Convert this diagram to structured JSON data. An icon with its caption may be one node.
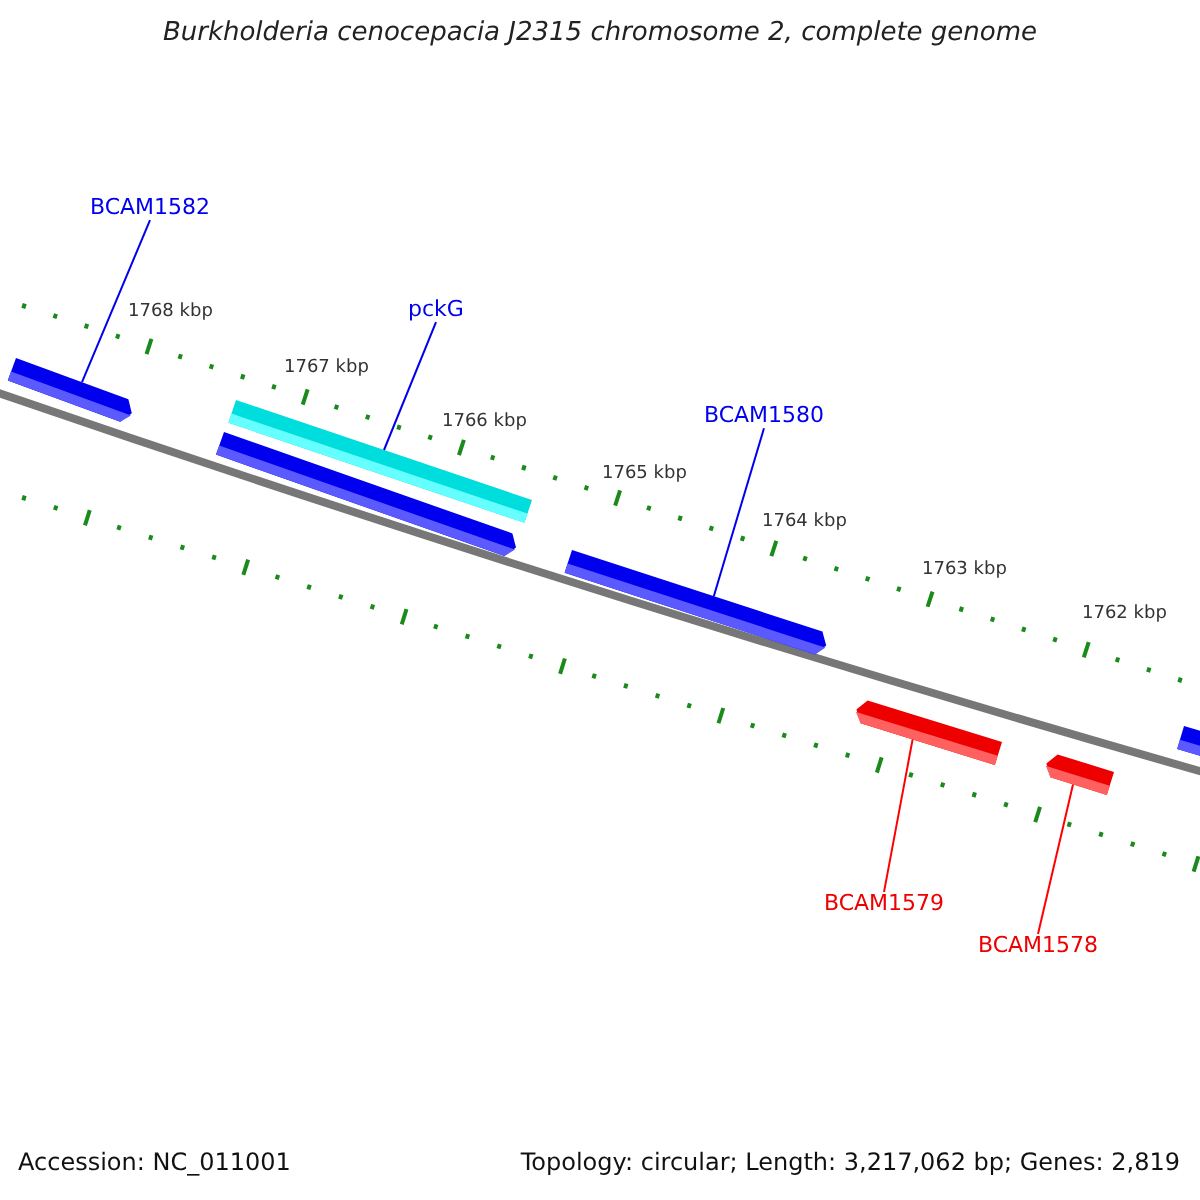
{
  "diagram": {
    "title": "Burkholderia cenocepacia J2315 chromosome 2, complete genome",
    "nodes": [
      {
        "text": [
          "BCAM1582"
        ]
      },
      {
        "text": [
          "pckG"
        ]
      },
      {
        "text": [
          "BCAM1580"
        ]
      },
      {
        "text": [
          "BCAM1579"
        ]
      },
      {
        "text": [
          "BCAM1578"
        ]
      },
      {
        "text": [],
        "shape": "bar"
      },
      {
        "text": [],
        "shape": "bar"
      },
      {
        "text": [],
        "shape": "bar"
      },
      {
        "text": [],
        "shape": "bar"
      },
      {
        "text": [],
        "shape": "bar"
      },
      {
        "text": [],
        "shape": "bar"
      },
      {
        "text": [],
        "shape": "bar"
      }
    ],
    "edges": [
      {
        "from": 0,
        "to": 5,
        "arrow": "none"
      },
      {
        "from": 1,
        "to": 6,
        "arrow": "none"
      },
      {
        "from": 2,
        "to": 8,
        "arrow": "none"
      },
      {
        "from": 3,
        "to": 9,
        "arrow": "none",
        "color": "#ff0000"
      },
      {
        "from": 4,
        "to": 10,
        "arrow": "none",
        "color": "#ff0000"
      }
    ],
    "labels": [
      "1768 kbp",
      "1767 kbp",
      "1766 kbp",
      "1765 kbp",
      "1764 kbp",
      "1763 kbp",
      "1762 kbp",
      "Accession: NC_011001",
      "Topology: circular; Length: 3,217,062 bp; Genes: 2,819"
    ]
  }
}
